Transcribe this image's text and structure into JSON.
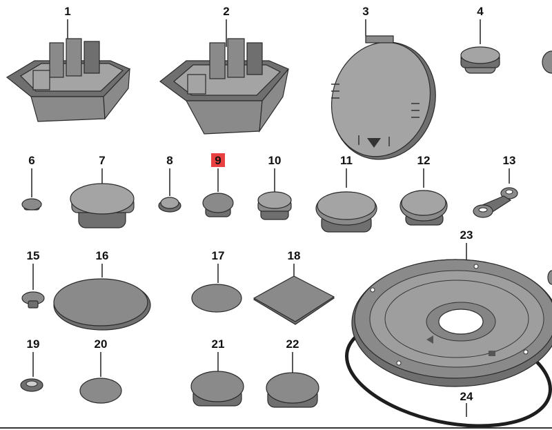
{
  "diagram": {
    "highlight_color": "#e8413f",
    "parts": [
      {
        "id": "1",
        "label": "1"
      },
      {
        "id": "2",
        "label": "2"
      },
      {
        "id": "3",
        "label": "3"
      },
      {
        "id": "4",
        "label": "4"
      },
      {
        "id": "6",
        "label": "6"
      },
      {
        "id": "7",
        "label": "7"
      },
      {
        "id": "8",
        "label": "8"
      },
      {
        "id": "9",
        "label": "9",
        "highlighted": true
      },
      {
        "id": "10",
        "label": "10"
      },
      {
        "id": "11",
        "label": "11"
      },
      {
        "id": "12",
        "label": "12"
      },
      {
        "id": "13",
        "label": "13"
      },
      {
        "id": "15",
        "label": "15"
      },
      {
        "id": "16",
        "label": "16"
      },
      {
        "id": "17",
        "label": "17"
      },
      {
        "id": "18",
        "label": "18"
      },
      {
        "id": "19",
        "label": "19"
      },
      {
        "id": "20",
        "label": "20"
      },
      {
        "id": "21",
        "label": "21"
      },
      {
        "id": "22",
        "label": "22"
      },
      {
        "id": "23",
        "label": "23"
      },
      {
        "id": "24",
        "label": "24"
      }
    ]
  }
}
